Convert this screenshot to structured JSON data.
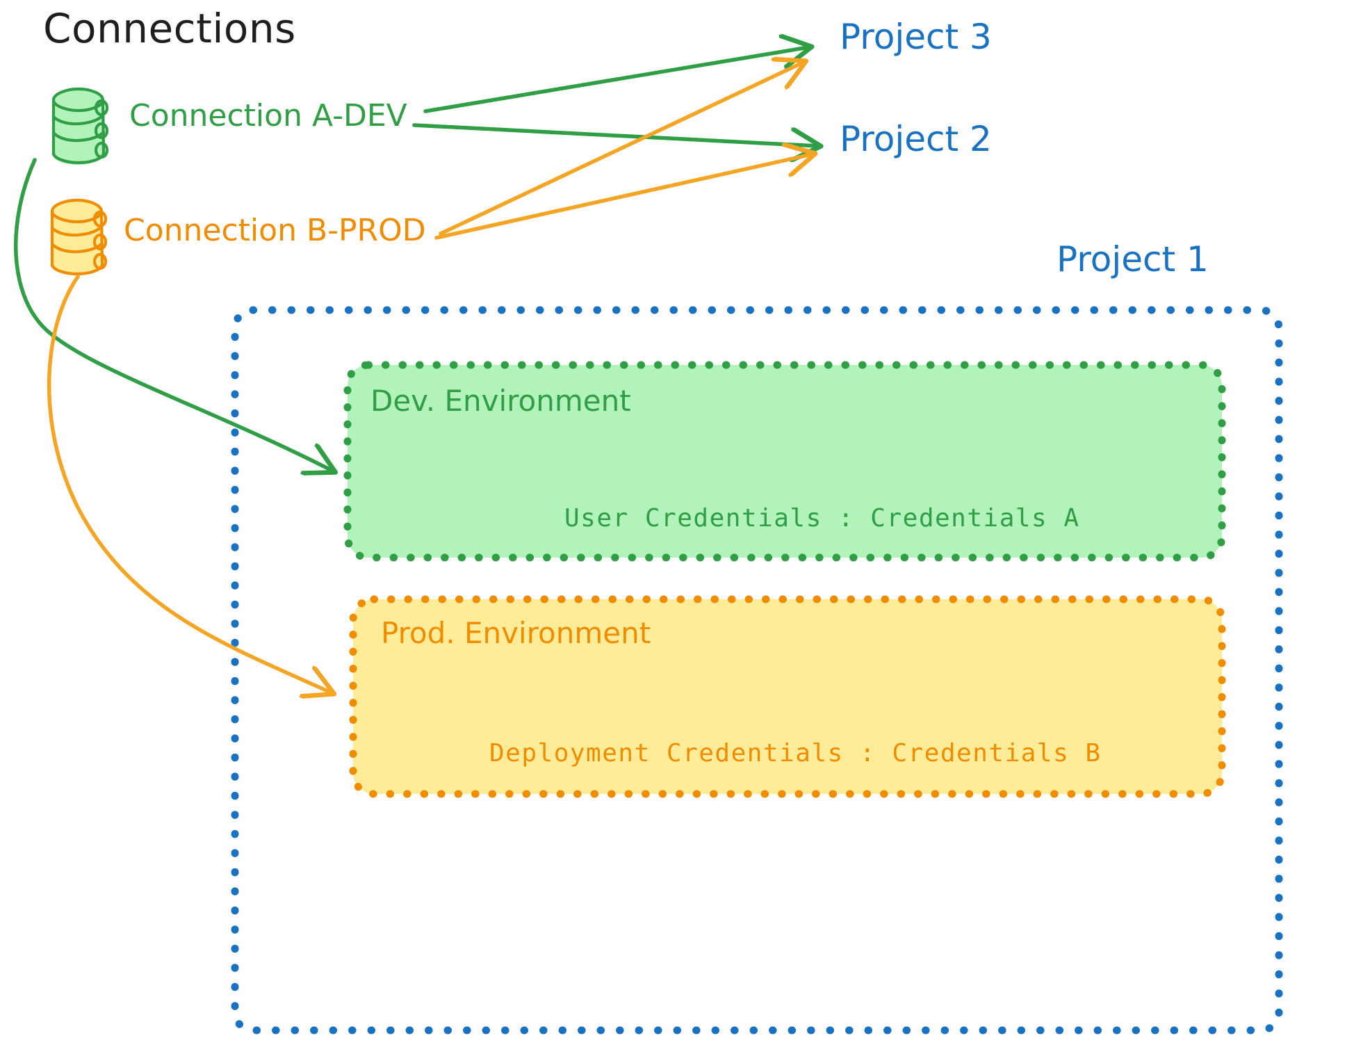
{
  "diagram": {
    "title": "Connections",
    "connections": [
      {
        "id": "connection-a-dev",
        "label": "Connection A-DEV",
        "color": "#2f9e44",
        "fill": "#b2f2bb",
        "icon": "database-cylinder-icon",
        "targets": [
          "Project 3",
          "Project 2",
          "Dev. Environment"
        ]
      },
      {
        "id": "connection-b-prod",
        "label": "Connection B-PROD",
        "color": "#f08c00",
        "fill": "#ffec99",
        "icon": "database-cylinder-icon",
        "targets": [
          "Project 3",
          "Project 2",
          "Prod. Environment"
        ]
      }
    ],
    "projects": [
      {
        "id": "project-3",
        "label": "Project 3",
        "color": "#1971c2"
      },
      {
        "id": "project-2",
        "label": "Project 2",
        "color": "#1971c2"
      },
      {
        "id": "project-1",
        "label": "Project 1",
        "color": "#1971c2"
      }
    ],
    "project_container": {
      "label": "Project 1",
      "border_color": "#1971c2",
      "border_style": "dotted"
    },
    "environments": [
      {
        "id": "dev-environment",
        "title": "Dev. Environment",
        "credential_line": "User Credentials : Credentials A",
        "credential_key": "User Credentials",
        "credential_value": "Credentials A",
        "color": "#2f9e44",
        "fill": "#b2f2bb",
        "border_style": "dotted"
      },
      {
        "id": "prod-environment",
        "title": "Prod. Environment",
        "credential_line": "Deployment Credentials : Credentials B",
        "credential_key": "Deployment Credentials",
        "credential_value": "Credentials B",
        "color": "#f08c00",
        "fill": "#ffec99",
        "border_style": "dotted"
      }
    ],
    "colors": {
      "title": "#1e1e1e",
      "green": "#2f9e44",
      "green_fill": "#b2f2bb",
      "orange": "#f08c00",
      "orange_fill": "#ffec99",
      "blue": "#1971c2",
      "background": "#ffffff"
    }
  }
}
